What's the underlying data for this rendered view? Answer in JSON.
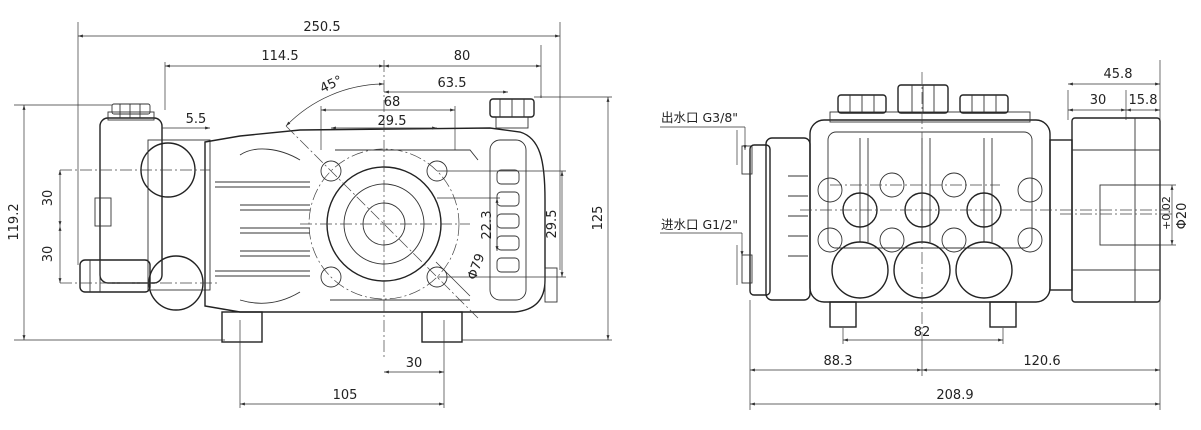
{
  "side_view": {
    "dims": {
      "overall_length": "250.5",
      "left_to_center": "114.5",
      "center_to_right": "80",
      "center_to_cap": "63.5",
      "bolt_span": "68",
      "bolt_half_span": "29.5",
      "offset_small": "5.5",
      "angle": "45°",
      "overall_height": "119.2",
      "port_upper": "30",
      "port_lower": "30",
      "bolt_v_half": "22.3",
      "bolt_v_span": "29.5",
      "height_to_cap": "125",
      "circle_dia": "Φ79",
      "center_to_foot": "30",
      "foot_span": "105"
    }
  },
  "end_view": {
    "labels": {
      "outlet": "出水口 G3/8\"",
      "inlet": "进水口 G1/2\""
    },
    "dims": {
      "flange_width": "45.8",
      "flange_inner": "30",
      "flange_lip": "15.8",
      "shaft_tol": "+0.02",
      "shaft_dia": "Φ20",
      "foot_span": "82",
      "left_part": "88.3",
      "right_part": "120.6",
      "overall_width": "208.9"
    }
  }
}
